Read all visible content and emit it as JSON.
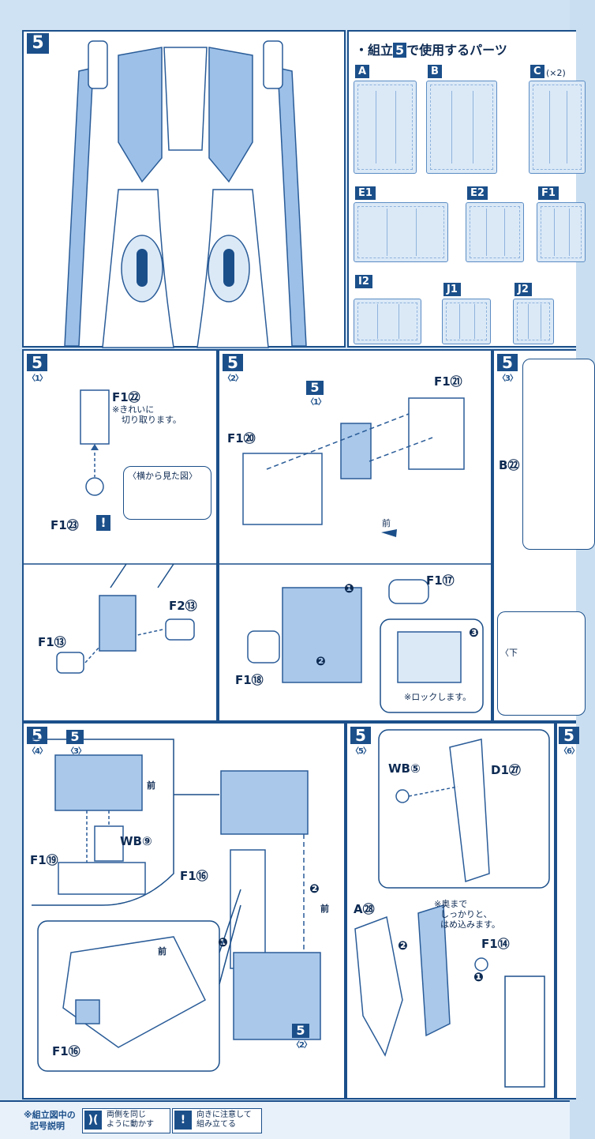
{
  "colors": {
    "accent": "#1b4f8a",
    "part_fill": "#a9c8ea",
    "line": "#2a5c98",
    "bg": "#cfe2f3"
  },
  "step_main": {
    "number": "5"
  },
  "parts": {
    "heading": "・組立",
    "heading_num": "5",
    "heading_suffix": "で使用するパーツ",
    "sprues": [
      {
        "label": "A"
      },
      {
        "label": "B"
      },
      {
        "label": "C",
        "qty": "(×2)"
      },
      {
        "label": "E1"
      },
      {
        "label": "E2"
      },
      {
        "label": "F1"
      },
      {
        "label": "I2"
      },
      {
        "label": "J1"
      },
      {
        "label": "J2"
      }
    ]
  },
  "step1": {
    "num": "5",
    "sub": "〈1〉",
    "part_top": "F1㉒",
    "note_top": [
      "※きれいに",
      "切り取ります。"
    ],
    "side_view": "〈横から見た図〉",
    "part_mid": "F1㉓",
    "warn": "!",
    "part_left": "F1⑬",
    "part_right": "F2⑬"
  },
  "step2": {
    "num": "5",
    "sub": "〈2〉",
    "ref_num": "5",
    "ref_sub": "〈1〉",
    "part_right": "F1㉑",
    "part_left": "F1⑳",
    "front": "前",
    "part_a": "F1⑰",
    "part_b": "F1⑱",
    "lock_note": "※ロックします。",
    "n1": "❶",
    "n2": "❷",
    "n3": "❸"
  },
  "step3": {
    "num": "5",
    "sub": "〈3〉",
    "part": "B㉒",
    "cut_label": "〈下"
  },
  "step4": {
    "num": "5",
    "sub": "〈4〉",
    "ref_num": "5",
    "ref_sub": "〈3〉",
    "front1": "前",
    "part_wb": "WB⑨",
    "part_a": "F1⑲",
    "part_b": "F1⑯",
    "front2": "前",
    "front3": "前",
    "part_c": "F1⑯",
    "ref2_num": "5",
    "ref2_sub": "〈2〉",
    "n1": "❶",
    "n2": "❷"
  },
  "step5": {
    "num": "5",
    "sub": "〈5〉",
    "part_wb": "WB⑤",
    "part_d": "D1㉗",
    "note": [
      "※奥まで",
      "しっかりと、",
      "はめ込みます。"
    ],
    "part_a": "A㉘",
    "part_f": "F1⑭",
    "n1": "❶",
    "n2": "❷"
  },
  "step6": {
    "num": "5",
    "sub": "〈6〉"
  },
  "legend": {
    "title": [
      "※組立図中の",
      "記号説明"
    ],
    "item1_icon": ")(",
    "item1_text": [
      "両側を同じ",
      "ように動かす"
    ],
    "item2_icon": "!",
    "item2_text": [
      "向きに注意して",
      "組み立てる"
    ]
  }
}
